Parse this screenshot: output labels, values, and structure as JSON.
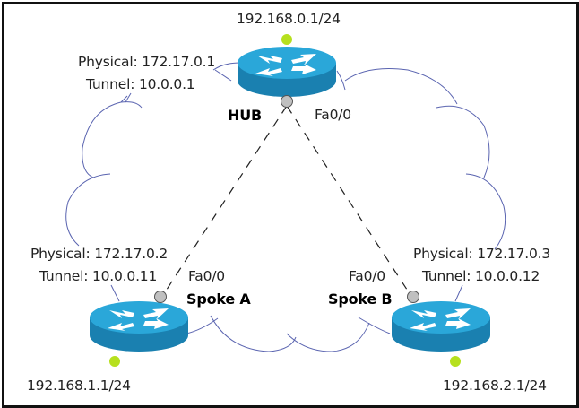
{
  "colors": {
    "cloud_stroke": "#5a64b0",
    "router_top": "#2aa7d9",
    "router_side": "#1a80b0",
    "router_arrows": "#ffffff",
    "lan_dot": "#b6e01e",
    "interface_dot": "#c0c0c0",
    "tunnel_line": "#222222",
    "border": "#111111"
  },
  "nodes": {
    "hub": {
      "name": "HUB",
      "lan": "192.168.0.1/24",
      "physical": "Physical: 172.17.0.1",
      "tunnel": "Tunnel: 10.0.0.1",
      "interface": "Fa0/0",
      "icon": "router-icon"
    },
    "spoke_a": {
      "name": "Spoke A",
      "lan": "192.168.1.1/24",
      "physical": "Physical: 172.17.0.2",
      "tunnel": "Tunnel: 10.0.0.11",
      "interface": "Fa0/0",
      "icon": "router-icon"
    },
    "spoke_b": {
      "name": "Spoke B",
      "lan": "192.168.2.1/24",
      "physical": "Physical: 172.17.0.3",
      "tunnel": "Tunnel: 10.0.0.12",
      "interface": "Fa0/0",
      "icon": "router-icon"
    }
  },
  "links": [
    {
      "from": "hub",
      "to": "spoke_a",
      "style": "dashed"
    },
    {
      "from": "hub",
      "to": "spoke_b",
      "style": "dashed"
    }
  ],
  "cloud": {
    "icon": "cloud-icon"
  }
}
